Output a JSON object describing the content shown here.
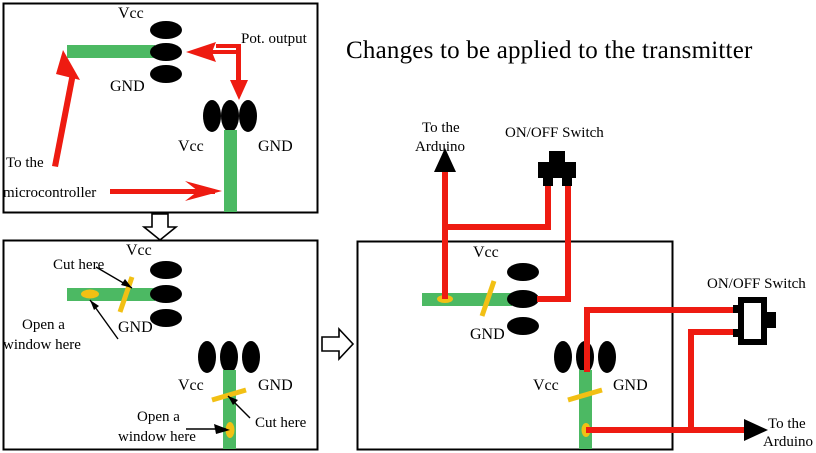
{
  "title": "Changes to be applied to the transmitter",
  "colors": {
    "pcb_trace": "#4CB963",
    "pad_black": "#000000",
    "wire_red": "#ee1b11",
    "cut_yellow": "#F2C014",
    "panel_border": "#000000",
    "background": "#ffffff",
    "text": "#000000"
  },
  "panels": {
    "before": {
      "name": "original-board",
      "labels": {
        "vcc_top": "Vcc",
        "gnd_top": "GND",
        "pot_output": "Pot. output",
        "to_microcontroller_line1": "To the",
        "to_microcontroller_line2": "microcontroller",
        "vcc_bottom": "Vcc",
        "gnd_bottom": "GND"
      }
    },
    "modified": {
      "name": "modified-board",
      "labels": {
        "vcc_top": "Vcc",
        "gnd_top": "GND",
        "cut_here_top": "Cut here",
        "open_window_top_line1": "Open a",
        "open_window_top_line2": "window here",
        "vcc_bottom": "Vcc",
        "gnd_bottom": "GND",
        "cut_here_bottom": "Cut here",
        "open_window_bottom_line1": "Open a",
        "open_window_bottom_line2": "window here"
      }
    },
    "wired": {
      "name": "rewired-board",
      "labels": {
        "to_arduino_top_line1": "To the",
        "to_arduino_top_line2": "Arduino",
        "switch_top": "ON/OFF Switch",
        "switch_right": "ON/OFF Switch",
        "vcc_top": "Vcc",
        "gnd_top": "GND",
        "vcc_bottom": "Vcc",
        "gnd_bottom": "GND",
        "to_arduino_bottom_line1": "To the",
        "to_arduino_bottom_line2": "Arduino"
      }
    }
  },
  "flow_arrows": {
    "down_arrow": "down",
    "right_arrow": "right"
  }
}
